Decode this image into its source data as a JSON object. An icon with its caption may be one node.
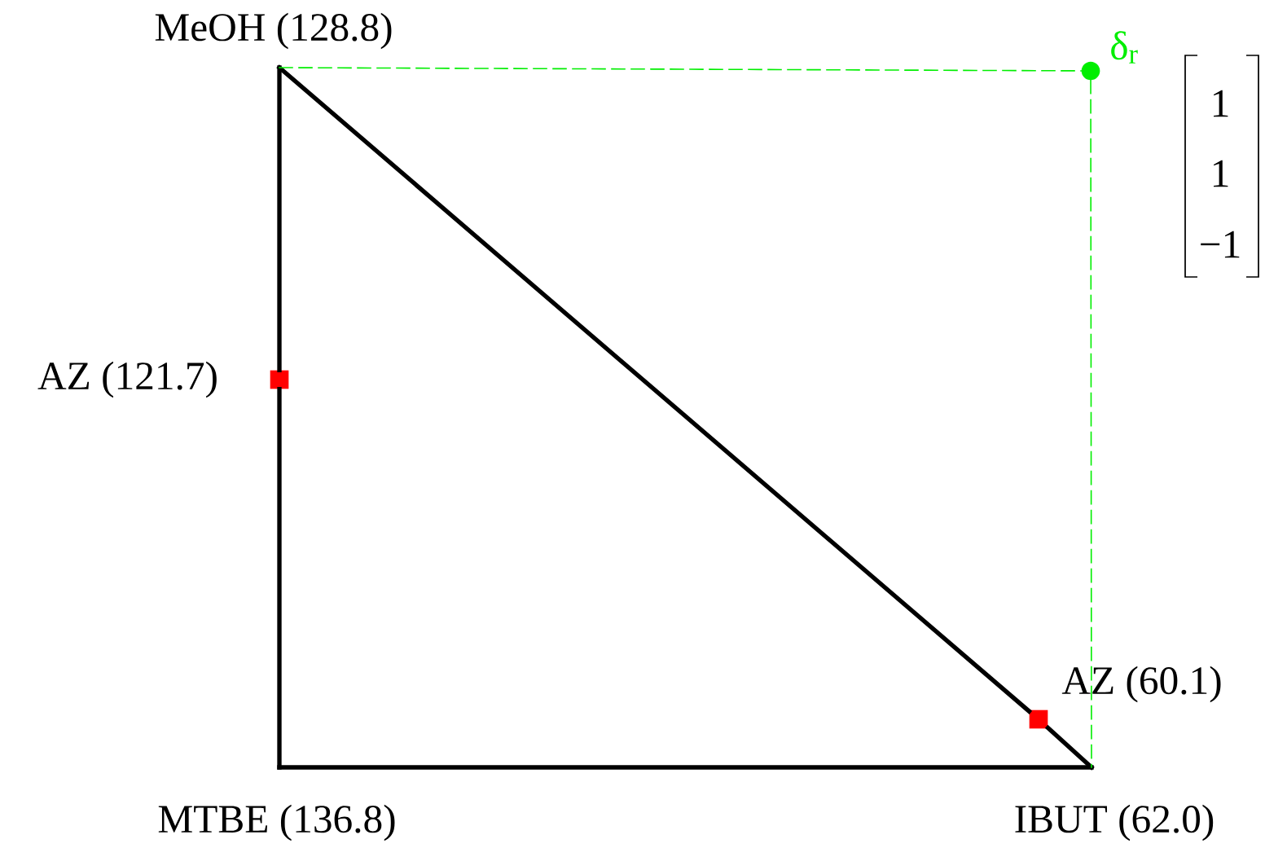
{
  "diagram": {
    "nodes": [
      {
        "text": [
          "MeOH (128.8)"
        ]
      },
      {
        "text": [
          "MTBE (136.8)"
        ]
      },
      {
        "text": [
          "IBUT (62.0)"
        ]
      },
      {
        "text": [
          "AZ (121.7)"
        ]
      },
      {
        "text": [
          "AZ (60.1)"
        ]
      },
      {
        "text": [
          "δ$_{r}$"
        ]
      }
    ],
    "edges": [
      {
        "from": 0,
        "to": 3,
        "arrow": "none"
      },
      {
        "from": 3,
        "to": 1,
        "arrow": "none"
      },
      {
        "from": 1,
        "to": 2,
        "arrow": "none"
      },
      {
        "from": 2,
        "to": 4,
        "arrow": "none"
      },
      {
        "from": 4,
        "to": 0,
        "arrow": "none"
      },
      {
        "from": 0,
        "to": 5,
        "arrow": "none",
        "style": "dashed",
        "color": "#00ee00"
      },
      {
        "from": 5,
        "to": 2,
        "arrow": "none",
        "style": "dashed",
        "color": "#00ee00"
      }
    ],
    "labels": [
      "1",
      "1",
      "−1"
    ]
  }
}
